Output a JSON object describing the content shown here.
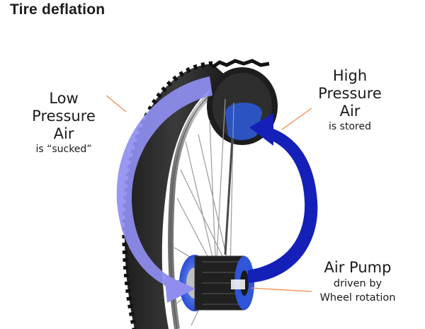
{
  "title": "Tire deflation",
  "labels": {
    "low_pressure": {
      "line1": "Low",
      "line2": "Pressure",
      "line3": "Air",
      "caption": "is “sucked”"
    },
    "high_pressure": {
      "line1": "High",
      "line2": "Pressure",
      "line3": "Air",
      "caption": "is stored"
    },
    "air_pump": {
      "line1": "Air Pump",
      "caption1": "driven by",
      "caption2": "Wheel rotation"
    }
  },
  "colors": {
    "low_arrow": "#8f8ef0",
    "high_arrow": "#1420b8",
    "leader_line": "#f08a4b",
    "tire": "#2b2b2b",
    "hub_blue": "#3a66e0"
  }
}
